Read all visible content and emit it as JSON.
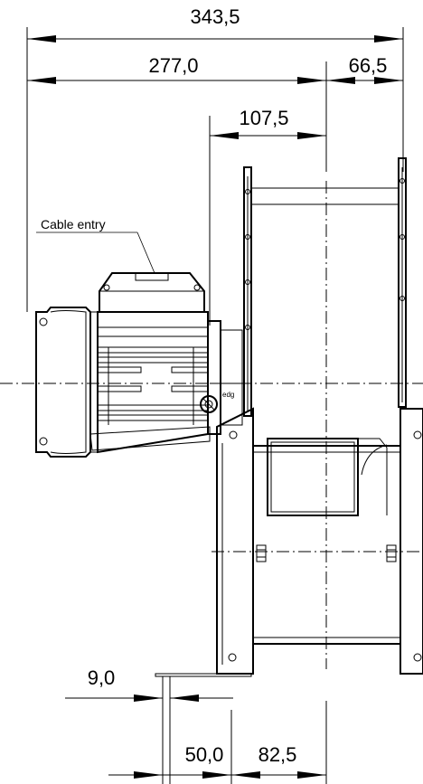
{
  "dimensions": {
    "overall_width": "343,5",
    "motor_side": "277,0",
    "outlet_side": "66,5",
    "inlet_offset": "107,5",
    "flange_thickness": "9,0",
    "foot_a": "50,0",
    "foot_b": "82,5"
  },
  "labels": {
    "cable_entry": "Cable entry",
    "earth_mark": "edg"
  }
}
